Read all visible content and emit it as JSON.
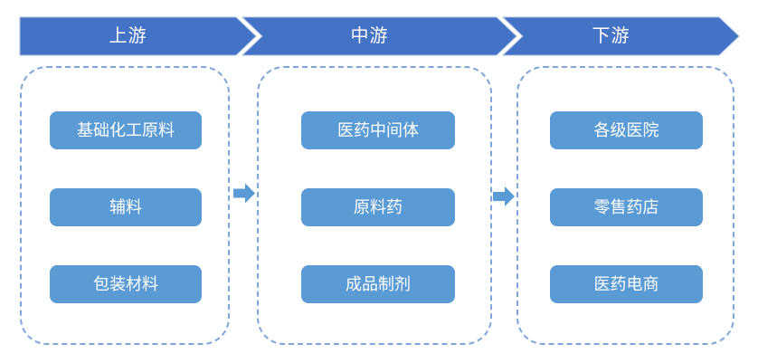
{
  "diagram": {
    "stages": [
      {
        "banner": "上游",
        "items": [
          "基础化工原料",
          "辅料",
          "包装材料"
        ]
      },
      {
        "banner": "中游",
        "items": [
          "医药中间体",
          "原料药",
          "成品制剂"
        ]
      },
      {
        "banner": "下游",
        "items": [
          "各级医院",
          "零售药店",
          "医药电商"
        ]
      }
    ],
    "colors": {
      "banner": "#4472C4",
      "box": "#5B9BD5",
      "arrow": "#5B9BD5",
      "dashed_border": "#7EA6DB",
      "text": "#FFFFFF",
      "background": "#FFFFFF"
    }
  }
}
